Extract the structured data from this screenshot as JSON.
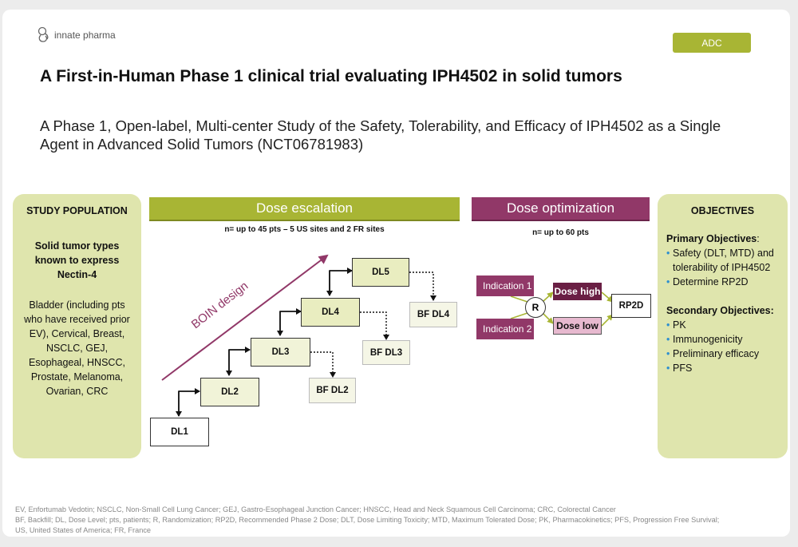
{
  "logo": {
    "text": "innate pharma",
    "icon": "innate-logo-icon"
  },
  "badge": "ADC",
  "title": "A First-in-Human Phase 1 clinical trial evaluating IPH4502 in solid tumors",
  "subtitle": "A Phase 1, Open-label, Multi-center Study of the Safety, Tolerability, and Efficacy of IPH4502 as a Single Agent in Advanced Solid Tumors (NCT06781983)",
  "population": {
    "heading": "STUDY POPULATION",
    "bold": "Solid tumor types known to express Nectin-4",
    "text": "Bladder (including pts who have received prior EV), Cervical, Breast, NSCLC, GEJ, Esophageal, HNSCC, Prostate, Melanoma, Ovarian, CRC"
  },
  "escalation": {
    "label": "Dose escalation",
    "note": "n= up to 45 pts – 5 US sites and 2 FR sites",
    "boin": "BOIN design",
    "levels": [
      "DL1",
      "DL2",
      "DL3",
      "DL4",
      "DL5"
    ],
    "backfill": [
      "BF DL2",
      "BF DL3",
      "BF DL4"
    ]
  },
  "optimization": {
    "label": "Dose optimization",
    "note": "n= up to 60 pts",
    "indication1": "Indication 1",
    "indication2": "Indication 2",
    "randomization": "R",
    "dose_high": "Dose high",
    "dose_low": "Dose low",
    "rp2d": "RP2D"
  },
  "objectives": {
    "heading": "OBJECTIVES",
    "primary_label": "Primary Objectives",
    "primary_colon": ":",
    "primary": [
      "Safety (DLT, MTD) and tolerability of IPH4502",
      "Determine RP2D"
    ],
    "secondary_label": "Secondary Objectives:",
    "secondary": [
      "PK",
      "Immunogenicity",
      "Preliminary efficacy",
      "PFS"
    ]
  },
  "footnotes": [
    "EV, Enfortumab Vedotin; NSCLC, Non-Small Cell Lung Cancer; GEJ, Gastro-Esophageal Junction Cancer; HNSCC, Head and Neck Squamous Cell Carcinoma; CRC, Colorectal Cancer",
    "BF, Backfill; DL, Dose Level; pts, patients; R, Randomization; RP2D, Recommended Phase 2 Dose; DLT, Dose Limiting Toxicity; MTD, Maximum Tolerated Dose; PK, Pharmacokinetics; PFS, Progression Free Survival;",
    "US, United States of America; FR, France"
  ],
  "colors": {
    "olive": "#a8b534",
    "plum": "#913868",
    "panel": "#dfe5ad"
  }
}
